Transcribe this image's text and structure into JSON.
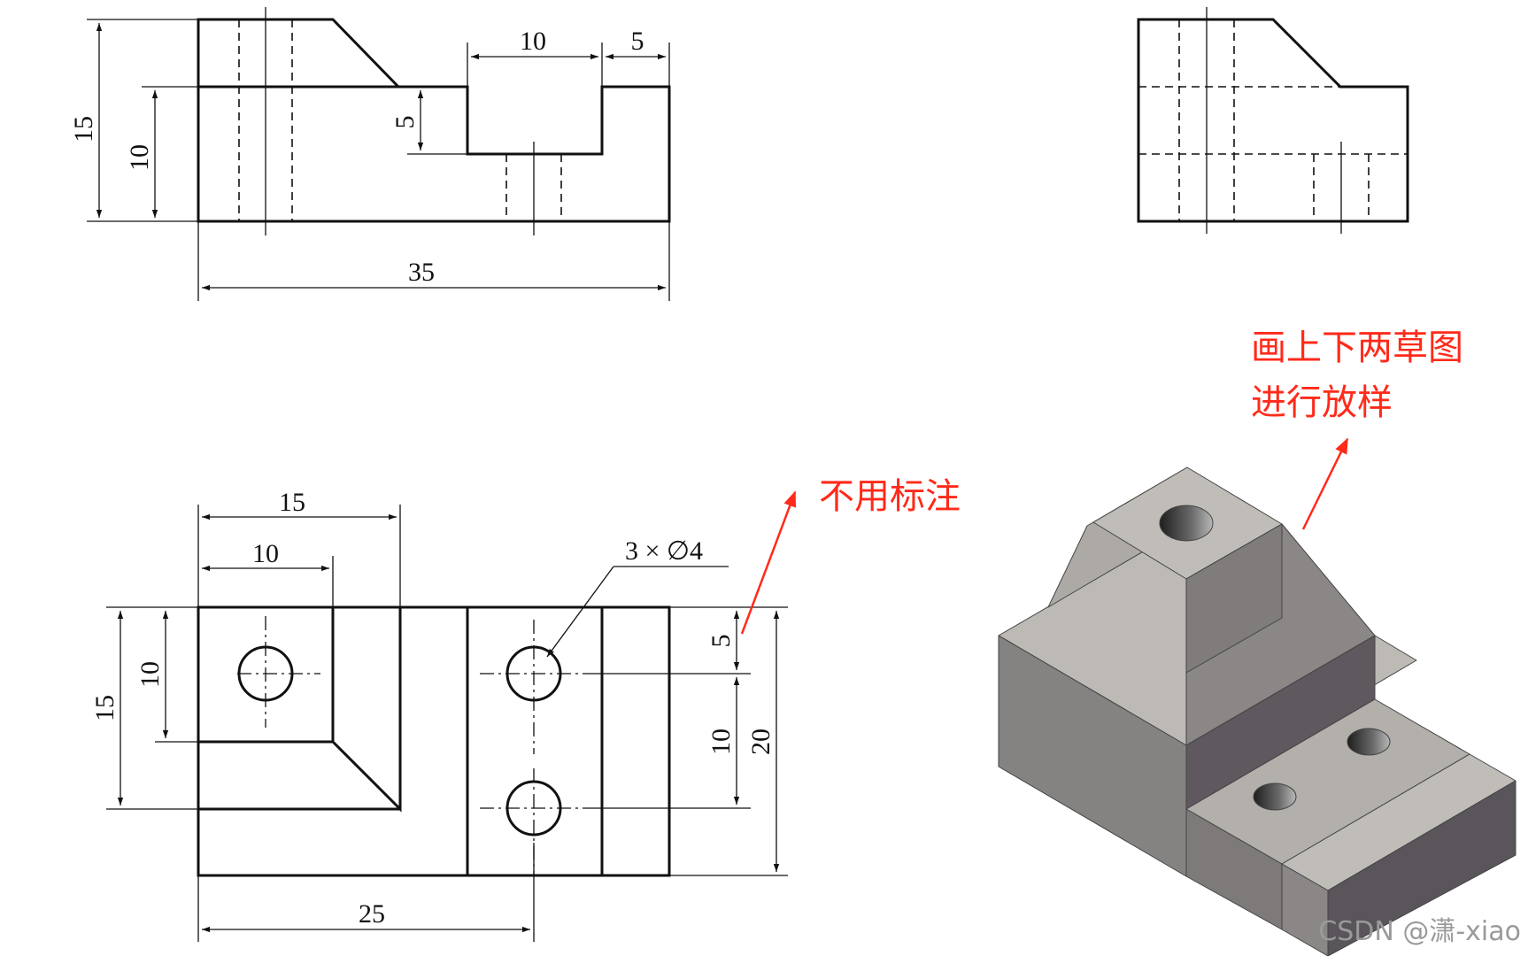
{
  "front_view": {
    "dim_height_total": "15",
    "dim_height_body": "10",
    "dim_slot_depth": "5",
    "dim_slot_width": "10",
    "dim_wall_width": "5",
    "dim_length": "35"
  },
  "top_view": {
    "dim_width_15": "15",
    "dim_width_10": "10",
    "dim_depth_15": "15",
    "dim_depth_10": "10",
    "dim_hole_offset_5": "5",
    "dim_hole_pitch_10": "10",
    "dim_depth_20": "20",
    "dim_position_25": "25",
    "hole_callout": "3 × ∅4"
  },
  "annotations": {
    "no_dimension_note": "不用标注",
    "loft_note_line1": "画上下两草图",
    "loft_note_line2": "进行放样"
  },
  "colors": {
    "annotation": "#ff2a1a",
    "line": "#111111"
  },
  "watermark": "CSDN @潇-xiao"
}
